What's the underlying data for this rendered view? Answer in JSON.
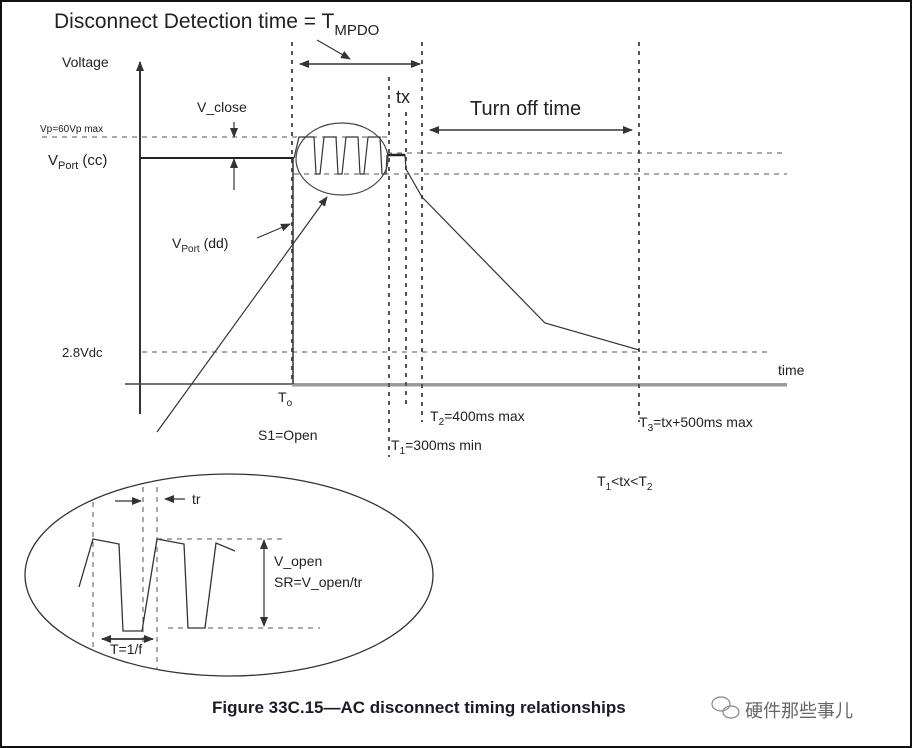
{
  "title": {
    "main": "Disconnect Detection time = T",
    "sub": "MPDO"
  },
  "labels": {
    "voltage": "Voltage",
    "v_close": "V_close",
    "vp_max": "Vp=60Vp max",
    "vport_cc": {
      "main": "V",
      "sub": "Port",
      "rest": " (cc)"
    },
    "vport_dd": {
      "main": "V",
      "sub": "Port",
      "rest": " (dd)"
    },
    "v_2_8": "2.8Vdc",
    "tx": "tx",
    "turn_off": "Turn off time",
    "time": "time",
    "t0": {
      "main": "T",
      "sub": "o"
    },
    "s1": "S1=Open",
    "t1": {
      "main": "T",
      "sub": "1",
      "rest": "=300ms min"
    },
    "t2": {
      "main": "T",
      "sub": "2",
      "rest": "=400ms max"
    },
    "t3": {
      "main": "T",
      "sub": "3",
      "rest": "=tx+500ms max"
    },
    "relation": {
      "a": "T",
      "a_sub": "1",
      "mid": "<tx<T",
      "b_sub": "2"
    }
  },
  "inset": {
    "tr": "tr",
    "v_open": "V_open",
    "sr": "SR=V_open/tr",
    "period": "T=1/f"
  },
  "caption": "Figure 33C.15—AC disconnect timing relationships",
  "watermark": "硬件那些事儿"
}
